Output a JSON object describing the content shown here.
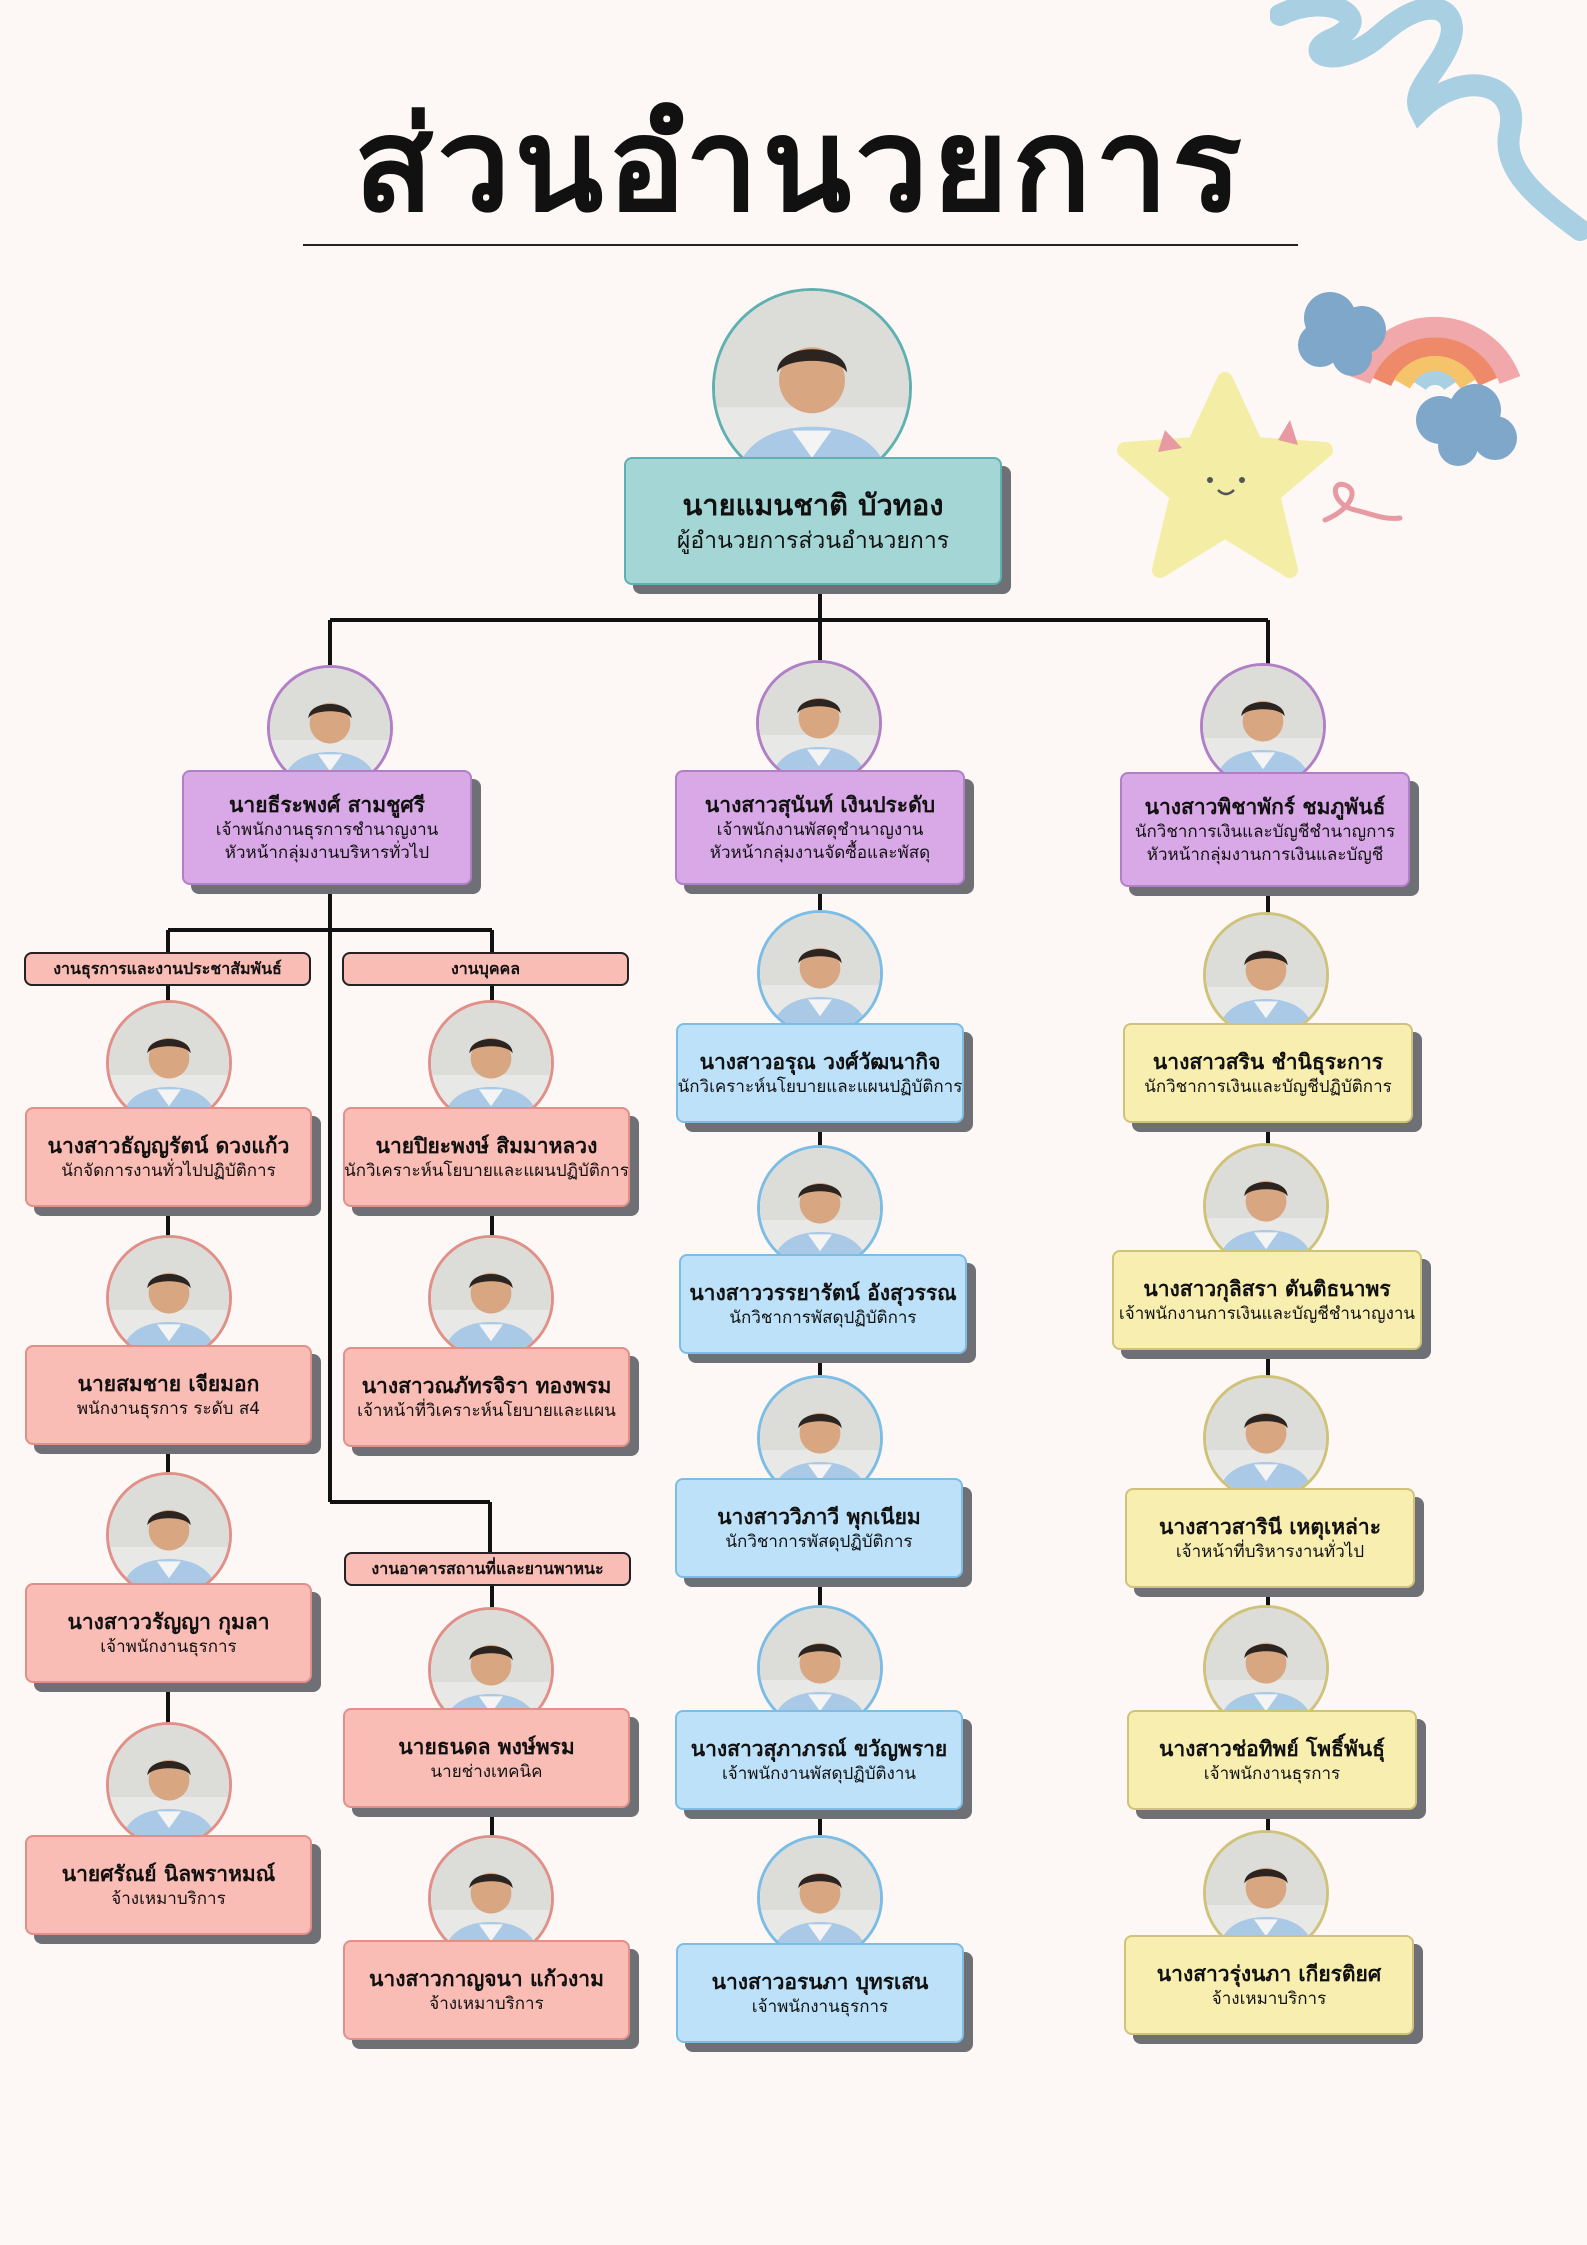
{
  "title": "ส่วนอำนวยการ",
  "director": {
    "name": "นายแมนชาติ  บัวทอง",
    "role": "ผู้อำนวยการส่วนอำนวยการ"
  },
  "columns": [
    {
      "head": {
        "name": "นายธีระพงศ์ สามชูศรี",
        "role1": "เจ้าพนักงานธุรการชำนาญงาน",
        "role2": "หัวหน้ากลุ่มงานบริหารทั่วไป"
      }
    },
    {
      "head": {
        "name": "นางสาวสุนันท์ เงินประดับ",
        "role1": "เจ้าพนักงานพัสดุชำนาญงาน",
        "role2": "หัวหน้ากลุ่มงานจัดซื้อและพัสดุ"
      },
      "staff": [
        {
          "name": "นางสาวอรุณ วงศ์วัฒนากิจ",
          "role": "นักวิเคราะห์นโยบายและแผนปฏิบัติการ"
        },
        {
          "name": "นางสาววรรยารัตน์ อังสุวรรณ",
          "role": "นักวิชาการพัสดุปฏิบัติการ"
        },
        {
          "name": "นางสาววิภาวี พุกเนียม",
          "role": "นักวิชาการพัสดุปฏิบัติการ"
        },
        {
          "name": "นางสาวสุภาภรณ์ ขวัญพราย",
          "role": "เจ้าพนักงานพัสดุปฏิบัติงาน"
        },
        {
          "name": "นางสาวอรนภา บุทรเสน",
          "role": "เจ้าพนักงานธุรการ"
        }
      ]
    },
    {
      "head": {
        "name": "นางสาวพิชาพักร์ ชมภูพันธ์",
        "role1": "นักวิชาการเงินและบัญชีชำนาญการ",
        "role2": "หัวหน้ากลุ่มงานการเงินและบัญชี"
      },
      "staff": [
        {
          "name": "นางสาวสริน ชำนิธุระการ",
          "role": "นักวิชาการเงินและบัญชีปฏิบัติการ"
        },
        {
          "name": "นางสาวกุลิสรา ตันติธนาพร",
          "role": "เจ้าพนักงานการเงินและบัญชีชำนาญงาน"
        },
        {
          "name": "นางสาวสารินี เหตุเหล่าะ",
          "role": "เจ้าหน้าที่บริหารงานทั่วไป"
        },
        {
          "name": "นางสาวช่อทิพย์ โพธิ์พันธุ์",
          "role": "เจ้าพนักงานธุรการ"
        },
        {
          "name": "นางสาวรุ่งนภา เกียรติยศ",
          "role": "จ้างเหมาบริการ"
        }
      ]
    }
  ],
  "groups": [
    {
      "label": "งานธุรการและงานประชาสัมพันธ์",
      "staff": [
        {
          "name": "นางสาวธัญญรัตน์ ดวงแก้ว",
          "role": "นักจัดการงานทั่วไปปฏิบัติการ"
        },
        {
          "name": "นายสมชาย เจียมอก",
          "role": "พนักงานธุรการ ระดับ ส4"
        },
        {
          "name": "นางสาววรัญญา กุมลา",
          "role": "เจ้าพนักงานธุรการ"
        },
        {
          "name": "นายศรัณย์ นิลพราหมณ์",
          "role": "จ้างเหมาบริการ"
        }
      ]
    },
    {
      "label": "งานบุคคล",
      "staff": [
        {
          "name": "นายปิยะพงษ์ สิมมาหลวง",
          "role": "นักวิเคราะห์นโยบายและแผนปฏิบัติการ"
        },
        {
          "name": "นางสาวณภัทรจิรา ทองพรม",
          "role": "เจ้าหน้าที่วิเคราะห์นโยบายและแผน"
        }
      ]
    },
    {
      "label": "งานอาคารสถานที่และยานพาหนะ",
      "staff": [
        {
          "name": "นายธนดล พงษ์พรม",
          "role": "นายช่างเทคนิค"
        },
        {
          "name": "นางสาวกาญจนา แก้วงาม",
          "role": "จ้างเหมาบริการ"
        }
      ]
    }
  ],
  "colors": {
    "director": "#a4d6d6",
    "head": "#d8a9e6",
    "admin": "#f9bdb6",
    "supply": "#bce1f8",
    "finance": "#f7eeb0",
    "background": "#fdf8f5"
  }
}
